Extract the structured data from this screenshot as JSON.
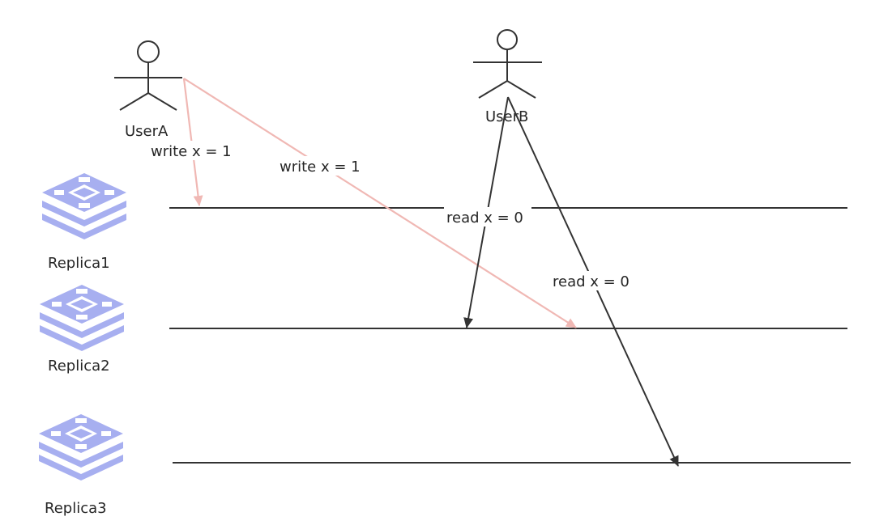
{
  "actors": {
    "userA": {
      "name": "UserA"
    },
    "userB": {
      "name": "UserB"
    }
  },
  "replicas": [
    {
      "name": "Replica1"
    },
    {
      "name": "Replica2"
    },
    {
      "name": "Replica3"
    }
  ],
  "messages": {
    "writeToReplica1": "write x = 1",
    "writeToReplica2": "write x = 1",
    "readFromReplica2": "read x = 0",
    "readFromReplica3": "read x = 0"
  },
  "colors": {
    "write_arrow": "#f0b8b4",
    "read_arrow": "#333333",
    "timeline": "#333333",
    "replica_icon": "#a7aff0",
    "actor_stroke": "#333333",
    "label_text": "#262626"
  },
  "icons": {
    "actor": "stick-figure-icon",
    "replica": "database-stack-icon"
  }
}
